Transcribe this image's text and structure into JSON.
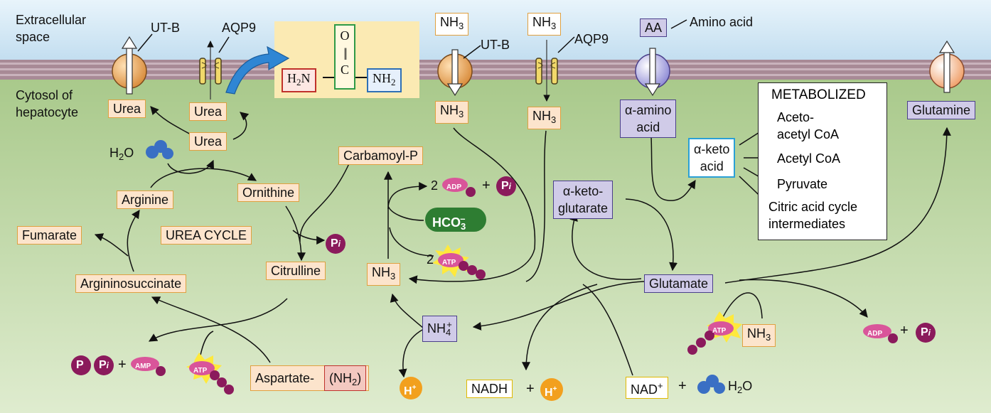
{
  "regions": {
    "extracellular": [
      "Extracellular",
      "space"
    ],
    "cytosol": [
      "Cytosol of",
      "hepatocyte"
    ]
  },
  "transporters": {
    "ut_b_left": "UT-B",
    "aqp9_left": "AQP9",
    "ut_b_right": "UT-B",
    "aqp9_right": "AQP9",
    "aa": "AA",
    "amino_acid": "Amino acid"
  },
  "urea_structure": {
    "oxygen": "O",
    "double_bond": "||",
    "carbon": "C",
    "left_group": {
      "main": "H",
      "sub": "2",
      "tail": "N"
    },
    "right_group": {
      "main": "NH",
      "sub": "2"
    },
    "colors": {
      "panel": "#fbeab3",
      "left": "#c0312b",
      "center": "#2e9a47",
      "right": "#2e6fb5"
    }
  },
  "ammonia": {
    "main": "NH",
    "sub": "3"
  },
  "urea_cycle": {
    "urea": "Urea",
    "water_main": "H",
    "water_sub": "2",
    "water_tail": "O",
    "arginine": "Arginine",
    "ornithine": "Ornithine",
    "fumarate": "Fumarate",
    "title": "UREA CYCLE",
    "citrulline": "Citrulline",
    "argininosuccinate": "Argininosuccinate",
    "carbamoyl_p": "Carbamoyl-P",
    "aspartate": "Aspartate-",
    "aspartate_nh2": {
      "open": "(NH",
      "sub": "2",
      "close": ")"
    }
  },
  "energy": {
    "p": "P",
    "pi": "P",
    "pi_sub": "i",
    "plus": "+",
    "amp": "AMP",
    "adp": "ADP",
    "atp": "ATP",
    "two": "2",
    "hco3": {
      "main": "HCO",
      "sub": "3",
      "sup": "–"
    }
  },
  "amino_acid_metabolism": {
    "alpha_amino": [
      "α-amino",
      "acid"
    ],
    "alpha_keto_acid": [
      "α-keto",
      "acid"
    ],
    "alpha_ketoglutarate": [
      "α-keto-",
      "glutarate"
    ],
    "glutamate": "Glutamate",
    "glutamine": "Glutamine",
    "ammonium": {
      "main": "NH",
      "sub": "4",
      "sup": "+"
    },
    "nadh": "NADH",
    "nad": {
      "main": "NAD",
      "sup": "+"
    },
    "h_plus": {
      "main": "H",
      "sup": "+"
    },
    "water_main": "H",
    "water_sub": "2",
    "water_tail": "O"
  },
  "metabolized": {
    "title": "METABOLIZED",
    "items": [
      [
        "Aceto-",
        "acetyl CoA"
      ],
      [
        "Acetyl CoA"
      ],
      [
        "Pyruvate"
      ],
      [
        "Citric acid cycle",
        "intermediates"
      ]
    ]
  },
  "colors": {
    "tan_fill": "#fce4cc",
    "tan_stroke": "#e0a040",
    "purple_fill": "#d0cbe8",
    "purple_stroke": "#4a3f8a",
    "pi_badge": "#8b1a5c",
    "adp_badge": "#d9559a",
    "atp_badge": "#d9559a",
    "atp_burst": "#ffe93c",
    "hco3_badge": "#2e7d32",
    "h_plus_badge": "#f2a01e",
    "water_drop": "#3a6fc4",
    "blue_arrow": "#2f86d4",
    "membrane": "#a88a96"
  }
}
